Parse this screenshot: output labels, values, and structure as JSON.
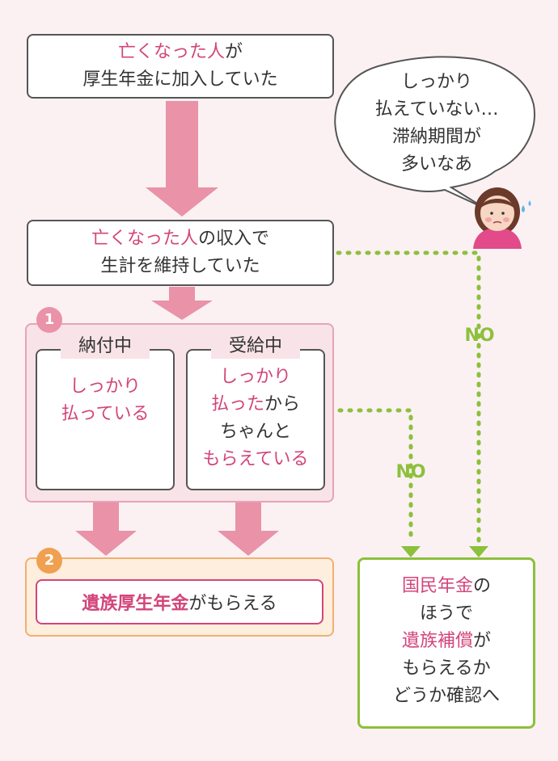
{
  "box1": {
    "part1": "亡くなった人",
    "part2": "が",
    "line2": "厚生年金に加入していた"
  },
  "box2": {
    "part1": "亡くなった人",
    "part2": "の収入で",
    "line2": "生計を維持していた"
  },
  "section1": {
    "badge": "1",
    "left": {
      "label": "納付中",
      "line1": "しっかり",
      "line2": "払っている"
    },
    "right": {
      "label": "受給中",
      "line1": "しっかり",
      "line2a": "払った",
      "line2b": "から",
      "line3": "ちゃんと",
      "line4": "もらえている"
    }
  },
  "section2": {
    "badge": "2",
    "text_pink": "遺族厚生年金",
    "text_rest": "がもらえる"
  },
  "speech": {
    "line1": "しっかり",
    "line2": "払えていない…",
    "line3": "滞納期間が",
    "line4": "多いなあ"
  },
  "no_labels": {
    "upper": "NO",
    "lower": "NO"
  },
  "result": {
    "line1_pink": "国民年金",
    "line1_rest": "の",
    "line2": "ほうで",
    "line3_pink": "遺族補償",
    "line3_rest": "が",
    "line4": "もらえるか",
    "line5": "どうか確認へ"
  },
  "colors": {
    "pink_accent": "#d3457a",
    "arrow_pink": "#e992a8",
    "section1_border": "#e7a4b6",
    "section2_border": "#f0b070",
    "green": "#8dc03c"
  }
}
